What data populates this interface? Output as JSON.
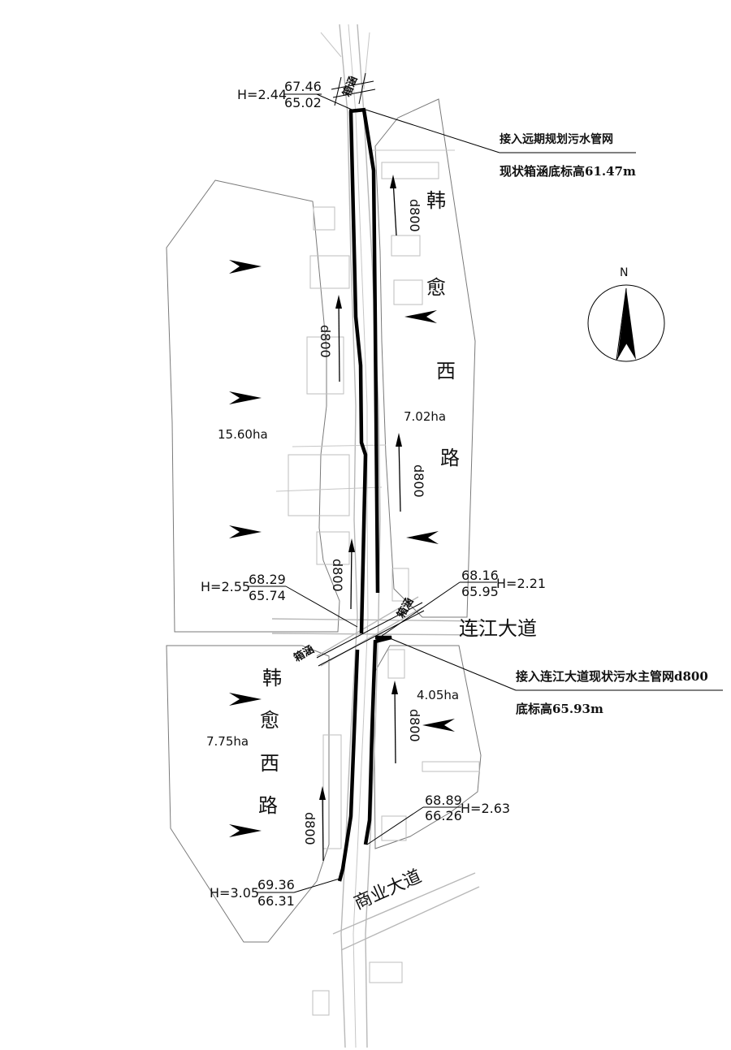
{
  "colors": {
    "pipe": "#000000",
    "hatch": "#8a8a8a",
    "roads": "#b8b8b8",
    "background": "#ffffff"
  },
  "compass": {
    "label": "N",
    "icon": "north-arrow-icon"
  },
  "roads": {
    "hanyu_north": [
      "韩",
      "愈",
      "西",
      "路"
    ],
    "hanyu_south": [
      "韩",
      "愈",
      "西",
      "路"
    ],
    "lianjiang": "连江大道",
    "shangye": "商业大道"
  },
  "box_culverts": [
    "箱涵",
    "箱涵",
    "箱涵"
  ],
  "areas": {
    "west_north": "15.60ha",
    "east_north": "7.02ha",
    "east_south": "4.05ha",
    "west_south": "7.75ha"
  },
  "pipe_labels": [
    "d800",
    "d800",
    "d800",
    "d800",
    "d800",
    "d800"
  ],
  "nodes": {
    "top": {
      "h": "H=2.44",
      "ground": "67.46",
      "invert": "65.02"
    },
    "mid_west": {
      "h": "H=2.55",
      "ground": "68.29",
      "invert": "65.74"
    },
    "mid_east": {
      "ground": "68.16",
      "invert": "65.95",
      "h": "H=2.21"
    },
    "south_east": {
      "ground": "68.89",
      "invert": "66.26",
      "h": "H=2.63"
    },
    "south_west": {
      "h": "H=3.05",
      "ground": "69.36",
      "invert": "66.31"
    }
  },
  "notes": {
    "north_connect": "接入远期规划污水管网",
    "north_invert": "现状箱涵底标高61.47m",
    "south_connect": "接入连江大道现状污水主管网d800",
    "south_invert": "底标高65.93m"
  }
}
